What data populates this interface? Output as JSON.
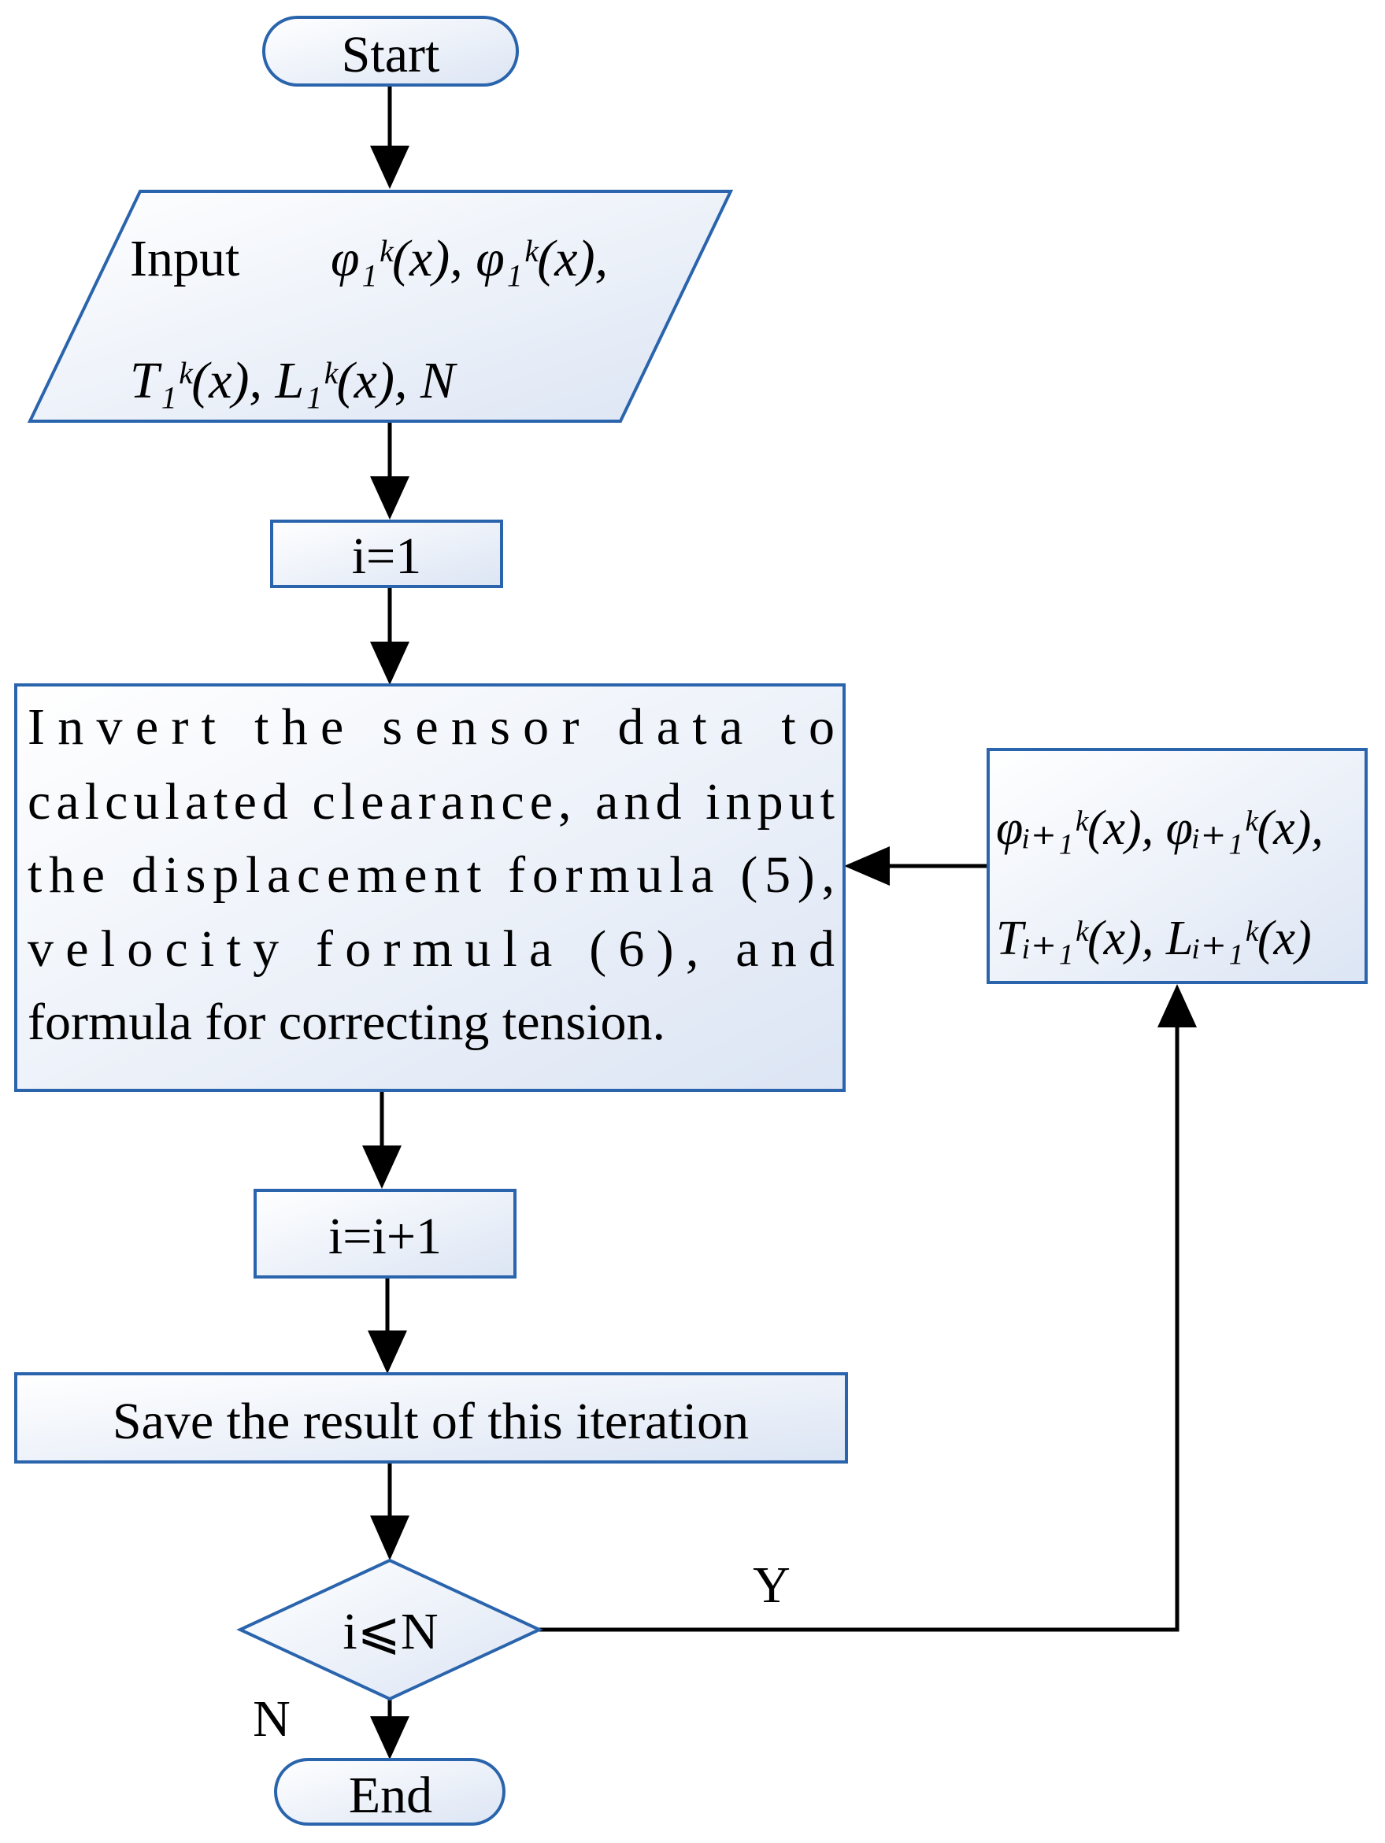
{
  "nodes": {
    "start": {
      "label": "Start"
    },
    "input": {
      "prefix": "Input",
      "line1": "φ₁ᵏ(x), φ₁ᵏ(x),",
      "line2": "T₁ᵏ(x), L₁ᵏ(x), N"
    },
    "init": {
      "label": "i=1"
    },
    "process": {
      "lines": [
        "Invert the sensor data to",
        "calculated clearance, and input",
        "the displacement formula (5),",
        "velocity formula (6), and",
        "formula for correcting tension."
      ]
    },
    "increment": {
      "label": "i=i+1"
    },
    "save": {
      "label": "Save the result of this iteration"
    },
    "decision": {
      "label": "i⩽N"
    },
    "update": {
      "line1": "φᵢ₊₁ᵏ(x), φᵢ₊₁ᵏ(x),",
      "line2": "Tᵢ₊₁ᵏ(x), Lᵢ₊₁ᵏ(x)"
    },
    "end": {
      "label": "End"
    }
  },
  "edges": {
    "yes_label": "Y",
    "no_label": "N"
  },
  "colors": {
    "box_stroke": "#2a64ad",
    "box_fill_light": "#ffffff",
    "box_fill_dark": "#dde6f5",
    "arrow": "#000000"
  }
}
